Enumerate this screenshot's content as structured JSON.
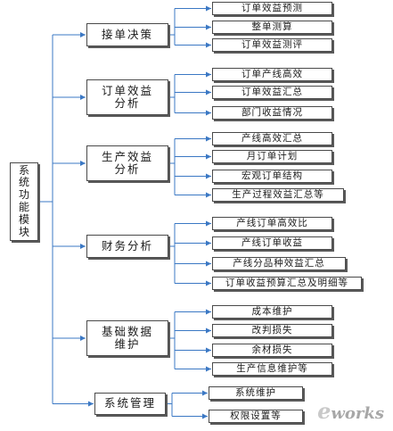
{
  "root": {
    "label": "系\n统\n功\n能\n模\n块"
  },
  "colors": {
    "connector": "#3b78c4",
    "border": "#4a4a4a",
    "shadow": "#5a5a5a"
  },
  "categories": [
    {
      "label": "接单决策",
      "children": [
        "订单效益预测",
        "整单测算",
        "订单效益测评"
      ]
    },
    {
      "label": "订单效益\n分析",
      "children": [
        "订单产线高效",
        "订单效益汇总",
        "部门收益情况"
      ]
    },
    {
      "label": "生产效益\n分析",
      "children": [
        "产线高效汇总",
        "月订单计划",
        "宏观订单结构",
        "生产过程效益汇总等"
      ]
    },
    {
      "label": "财务分析",
      "children": [
        "产线订单高效比",
        "产线订单收益",
        "产线分品种效益汇总",
        "订单收益预算汇总及明细等"
      ]
    },
    {
      "label": "基础数据\n维护",
      "children": [
        "成本维护",
        "改判损失",
        "余材损失",
        "生产信息维护等"
      ]
    },
    {
      "label": "系统管理",
      "children": [
        "系统维护",
        "权限设置等"
      ]
    }
  ],
  "watermark": {
    "mark": "e",
    "text": "works"
  }
}
